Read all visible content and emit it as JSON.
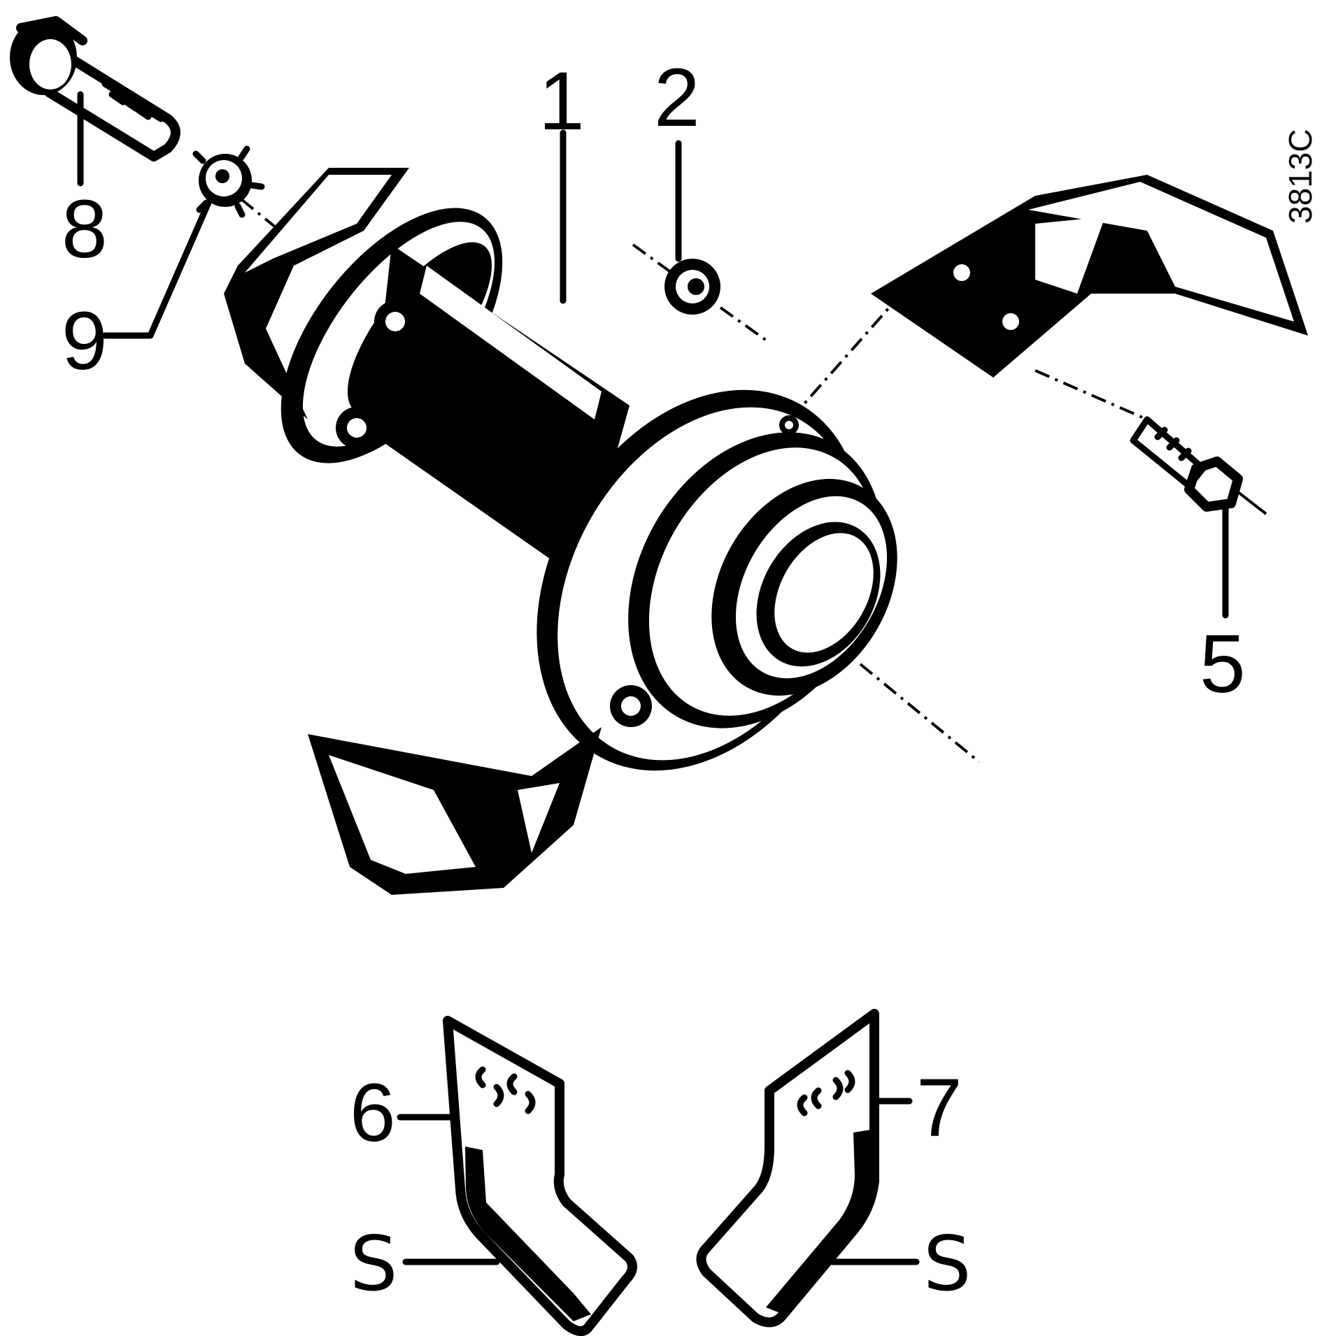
{
  "figure_ref": "3813C",
  "callouts": {
    "c1": "1",
    "c2": "2",
    "c5": "5",
    "c6": "6",
    "c7": "7",
    "c8": "8",
    "c9": "9",
    "s_left": "S",
    "s_right": "S"
  }
}
